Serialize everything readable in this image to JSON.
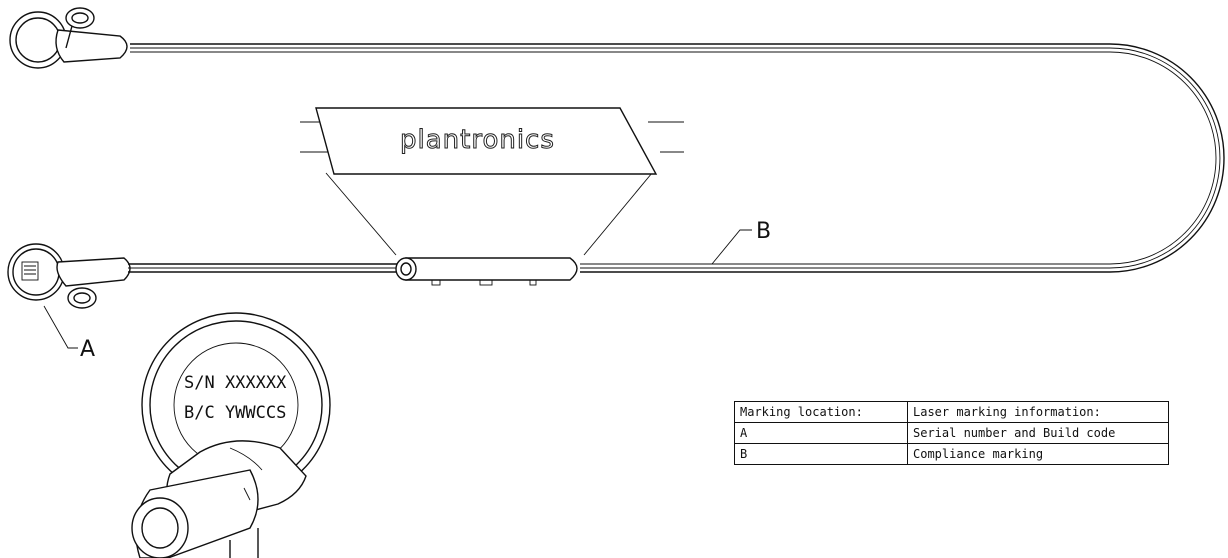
{
  "diagram": {
    "logo_text": "plantronics",
    "callout_a": "A",
    "callout_b": "B",
    "detail_serial": "S/N XXXXXX",
    "detail_build": "B/C YWWCCS"
  },
  "table": {
    "headers": [
      "Marking location:",
      "Laser marking information:"
    ],
    "rows": [
      [
        "A",
        "Serial number and Build code"
      ],
      [
        "B",
        "Compliance marking"
      ]
    ]
  }
}
